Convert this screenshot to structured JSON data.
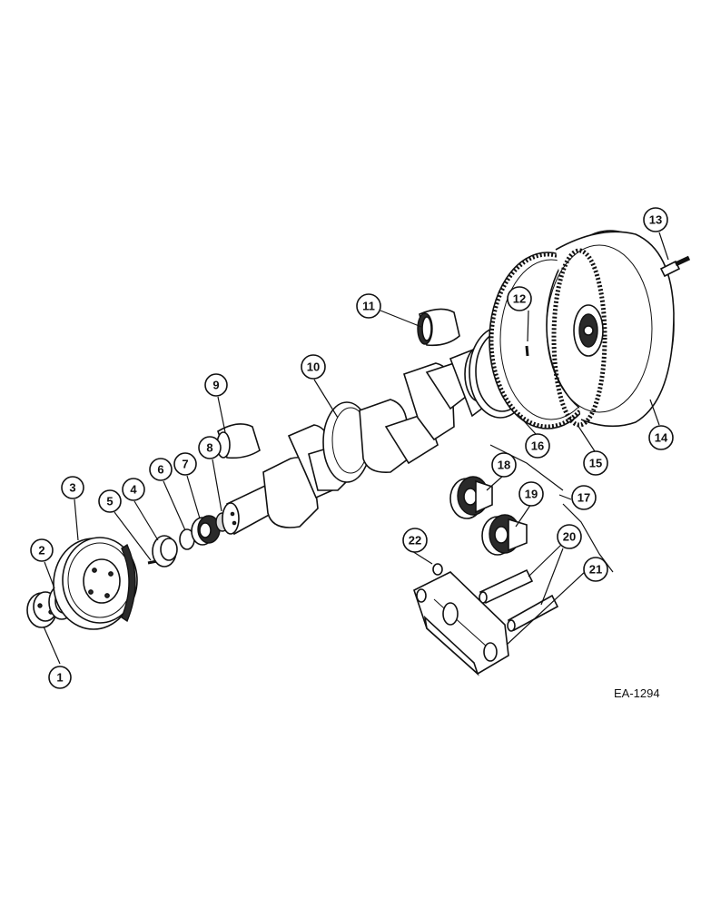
{
  "diagram": {
    "reference_code": "EA-1294",
    "callouts": [
      {
        "id": "callout-1",
        "label": "1"
      },
      {
        "id": "callout-2",
        "label": "2"
      },
      {
        "id": "callout-3",
        "label": "3"
      },
      {
        "id": "callout-4",
        "label": "4"
      },
      {
        "id": "callout-5",
        "label": "5"
      },
      {
        "id": "callout-6",
        "label": "6"
      },
      {
        "id": "callout-7",
        "label": "7"
      },
      {
        "id": "callout-8",
        "label": "8"
      },
      {
        "id": "callout-9",
        "label": "9"
      },
      {
        "id": "callout-10",
        "label": "10"
      },
      {
        "id": "callout-11",
        "label": "11"
      },
      {
        "id": "callout-12",
        "label": "12"
      },
      {
        "id": "callout-13",
        "label": "13"
      },
      {
        "id": "callout-14",
        "label": "14"
      },
      {
        "id": "callout-15",
        "label": "15"
      },
      {
        "id": "callout-16",
        "label": "16"
      },
      {
        "id": "callout-17",
        "label": "17"
      },
      {
        "id": "callout-18",
        "label": "18"
      },
      {
        "id": "callout-19",
        "label": "19"
      },
      {
        "id": "callout-20",
        "label": "20"
      },
      {
        "id": "callout-21",
        "label": "21"
      },
      {
        "id": "callout-22",
        "label": "22"
      }
    ]
  }
}
